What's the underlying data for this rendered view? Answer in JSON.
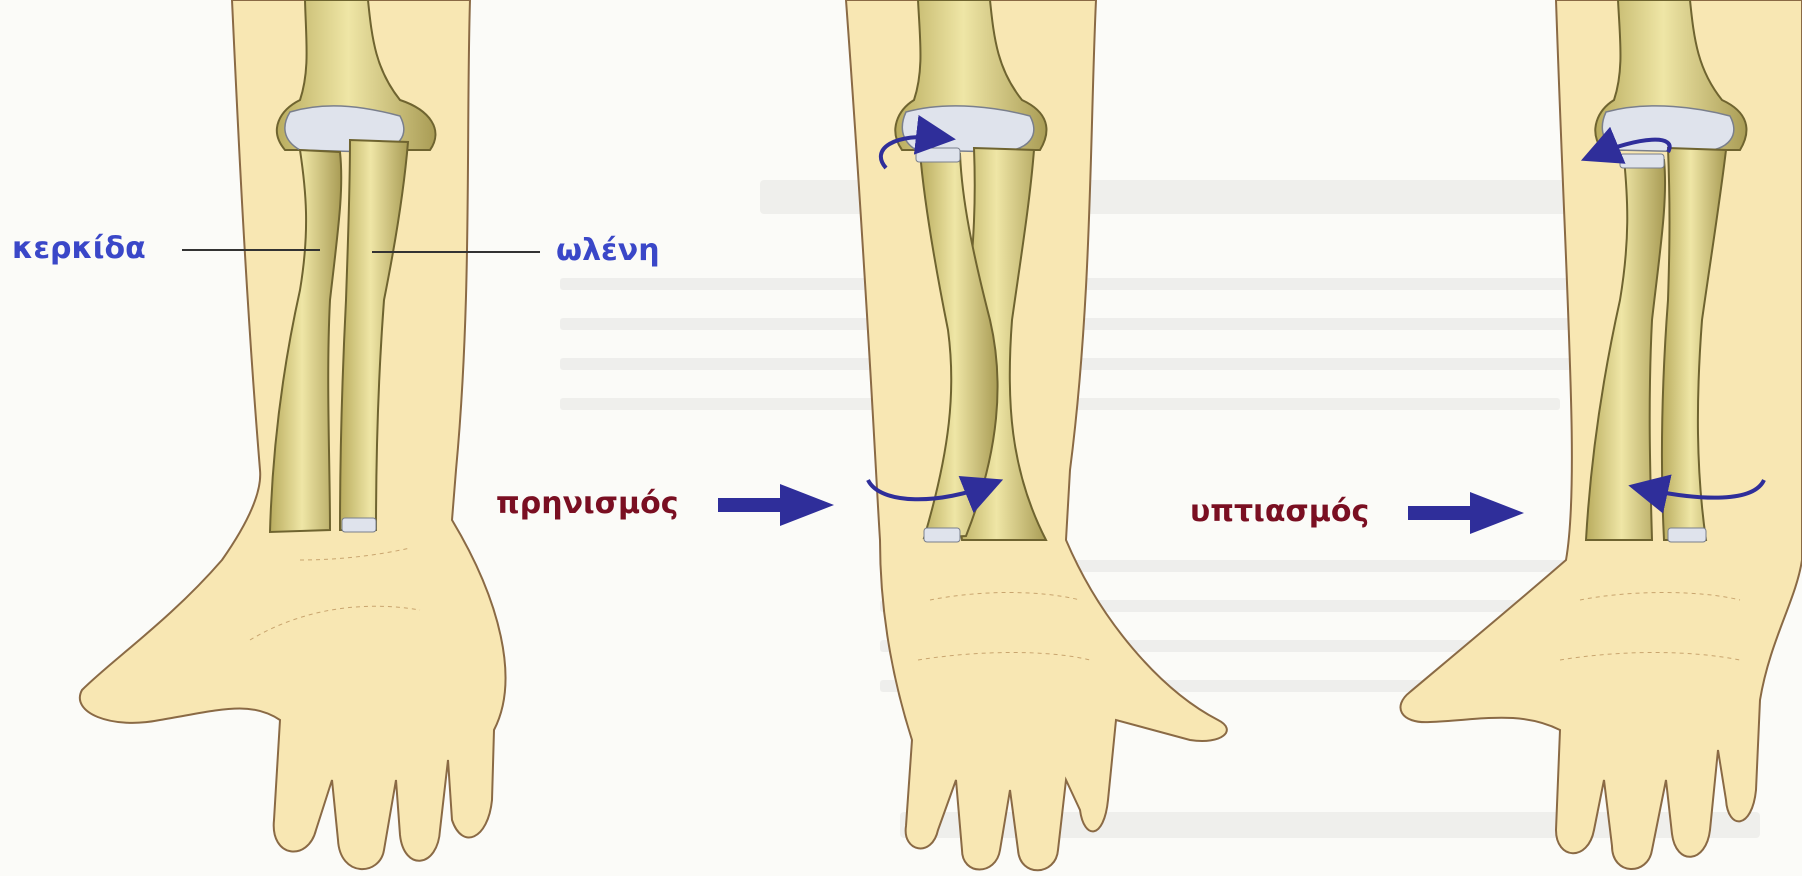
{
  "labels": {
    "radius": "κερκίδα",
    "ulna": "ωλένη",
    "pronation": "πρηνισμός",
    "supination": "υπτιασμός"
  },
  "colors": {
    "bone_label": "#3a47c8",
    "motion_label": "#7a0f22",
    "arrow": "#2f2e9a",
    "skin": "#f8e7b3",
    "skin_outline": "#8a6a45",
    "bone": "#e8df9a",
    "bone_shadow": "#a69a52",
    "cartilage": "#dfe3ec",
    "background": "#fbfbf8"
  },
  "figures": [
    {
      "name": "neutral",
      "icon": "forearm-bones-parallel"
    },
    {
      "name": "pronation",
      "icon": "forearm-bones-crossed"
    },
    {
      "name": "supination",
      "icon": "forearm-bones-parallel"
    }
  ],
  "icons": {
    "pointer": "arrow-right-icon",
    "rotation": "curved-arrow-icon"
  }
}
